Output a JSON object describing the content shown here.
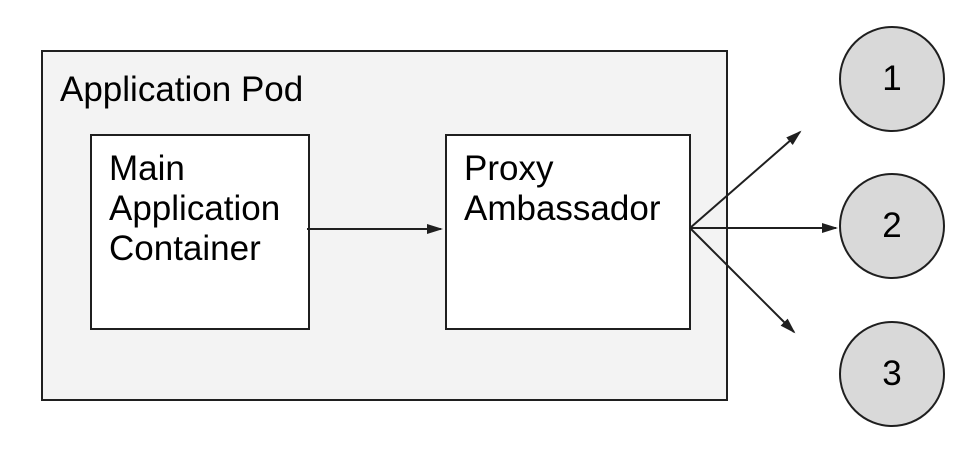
{
  "diagram": {
    "pod": {
      "label": "Application Pod"
    },
    "nodes": [
      {
        "id": "main-application-container",
        "label": "Main Application Container"
      },
      {
        "id": "proxy-ambassador",
        "label": "Proxy Ambassador"
      }
    ],
    "endpoints": [
      {
        "id": "endpoint-1",
        "label": "1"
      },
      {
        "id": "endpoint-2",
        "label": "2"
      },
      {
        "id": "endpoint-3",
        "label": "3"
      }
    ],
    "connections": [
      {
        "from": "main-application-container",
        "to": "proxy-ambassador"
      },
      {
        "from": "proxy-ambassador",
        "to": "endpoint-1"
      },
      {
        "from": "proxy-ambassador",
        "to": "endpoint-2"
      },
      {
        "from": "proxy-ambassador",
        "to": "endpoint-3"
      }
    ],
    "colors": {
      "background": "#ffffff",
      "pod_fill": "#f3f3f3",
      "node_fill": "#ffffff",
      "endpoint_fill": "#d9d9d9",
      "stroke": "#1f1f1f",
      "text": "#000000"
    }
  }
}
